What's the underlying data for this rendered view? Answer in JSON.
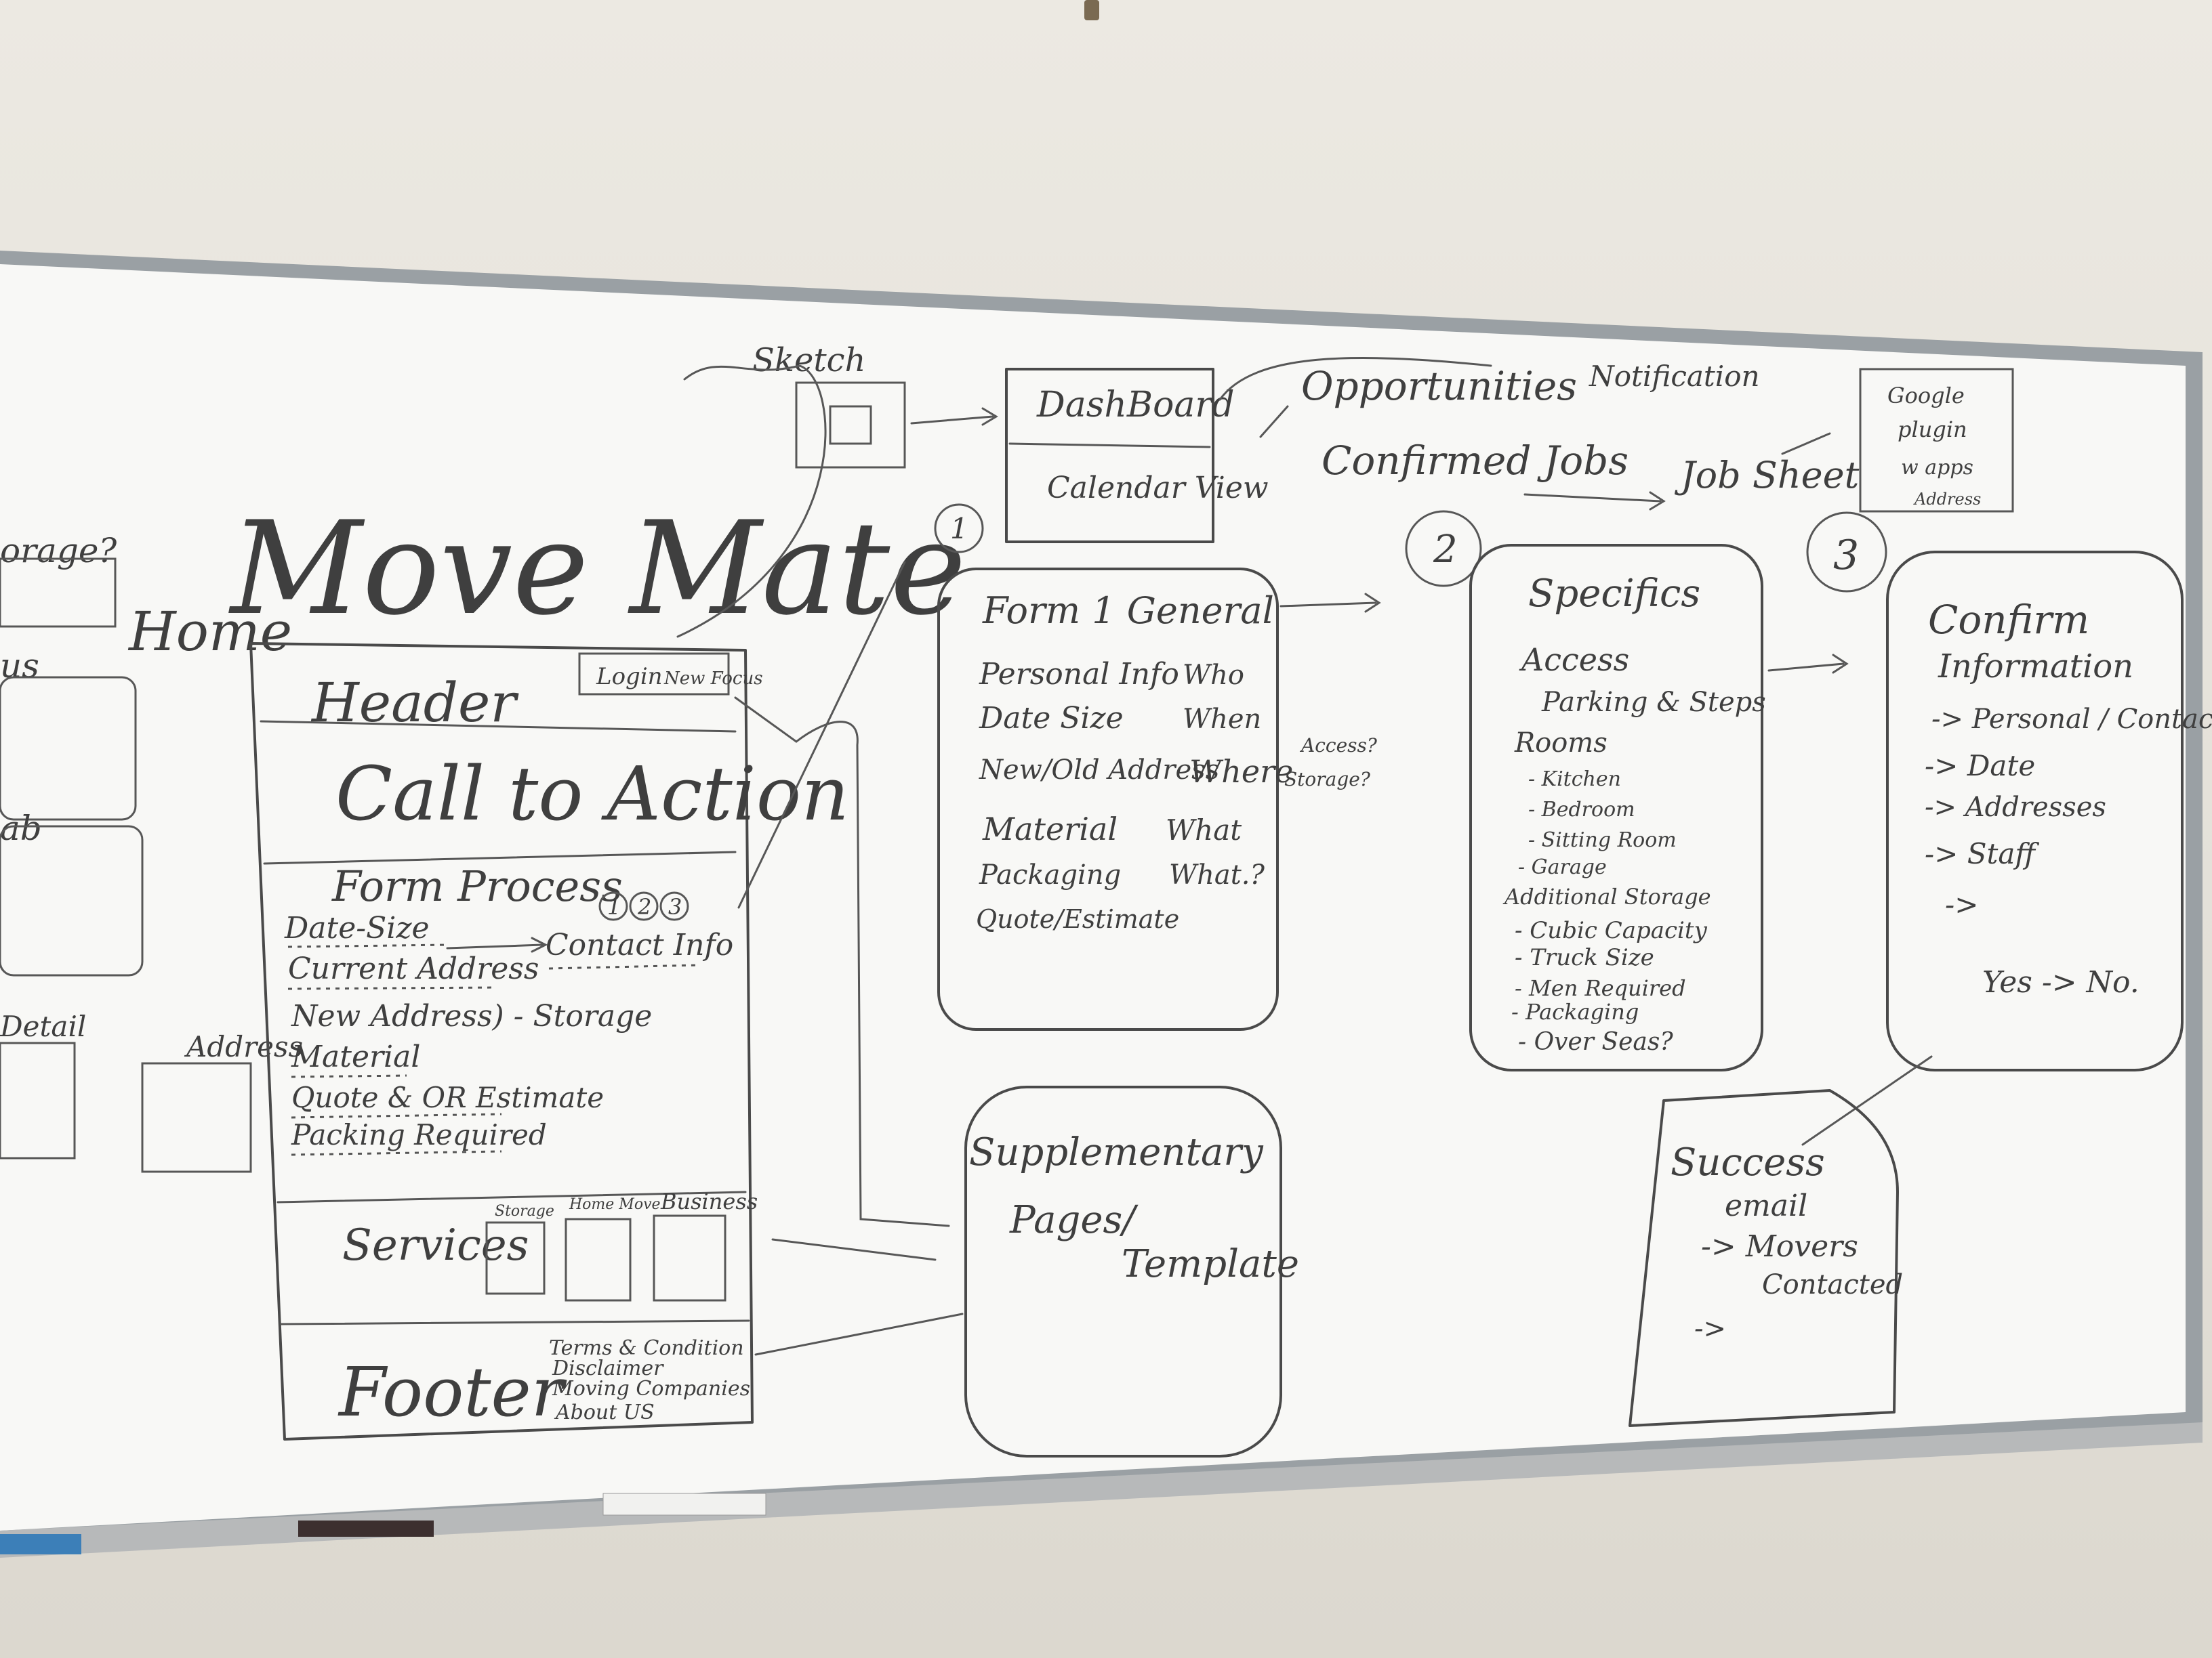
{
  "title": "Move Mate",
  "home_label": "Home",
  "left_partial": {
    "storage": "orage?",
    "us": "us",
    "ab": "ab",
    "detail": "Detail",
    "address": "Address"
  },
  "homepage_wireframe": {
    "header": "Header",
    "login": "Login",
    "new_focus": "New Focus",
    "cta": "Call to Action",
    "form_process": "Form Process",
    "steps": [
      "1",
      "2",
      "3"
    ],
    "fields": [
      "Date-Size",
      "Current Address",
      "New Address) - Storage",
      "Material",
      "Quote & OR Estimate",
      "Packing Required"
    ],
    "contact_info": "Contact Info",
    "services": "Services",
    "service_labels": [
      "Storage",
      "Home Move",
      "Business"
    ],
    "footer": "Footer",
    "footer_links": [
      "Terms & Condition",
      "Disclaimer",
      "Moving Companies",
      "About US"
    ]
  },
  "sketch": "Sketch",
  "dashboard": {
    "title": "DashBoard",
    "calendar": "Calendar View"
  },
  "opportunities": "Opportunities",
  "notification": "Notification",
  "confirmed_jobs": "Confirmed Jobs",
  "job_sheet": "Job Sheet",
  "google": {
    "lines": [
      "Google",
      "plugin",
      "w apps",
      "Address"
    ]
  },
  "step_numbers": [
    "1",
    "2",
    "3"
  ],
  "form_general": {
    "title": "Form 1 General",
    "rows": [
      {
        "left": "Personal Info",
        "right": "Who"
      },
      {
        "left": "Date Size",
        "right": "When"
      },
      {
        "left": "New/Old Address",
        "right": "Where"
      },
      {
        "left": "Material",
        "right": "What"
      },
      {
        "left": "Packaging",
        "right": "What.?"
      },
      {
        "left": "Quote/Estimate",
        "right": ""
      }
    ],
    "access_note": [
      "Access?",
      "Storage?"
    ]
  },
  "specifics": {
    "title": "Specifics",
    "access": "Access",
    "parking": "Parking & Steps",
    "rooms": "Rooms",
    "room_items": [
      "- Kitchen",
      "- Bedroom",
      "- Sitting Room",
      "- Garage"
    ],
    "additional": "Additional Storage",
    "additional_items": [
      "- Cubic Capacity",
      "- Truck Size",
      "- Men Required",
      "- Packaging",
      "- Over Seas?"
    ]
  },
  "confirm": {
    "title": "Confirm",
    "subtitle": "Information",
    "items": [
      "-> Personal / Contact",
      "-> Date",
      "-> Addresses",
      "-> Staff",
      "->"
    ],
    "yes_no": "Yes -> No."
  },
  "supplementary": {
    "line1": "Supplementary",
    "line2": "Pages/",
    "line3": "Template"
  },
  "success": {
    "title": "Success",
    "line1": "email",
    "line2": "-> Movers",
    "line3": "Contacted",
    "line4": "->"
  }
}
